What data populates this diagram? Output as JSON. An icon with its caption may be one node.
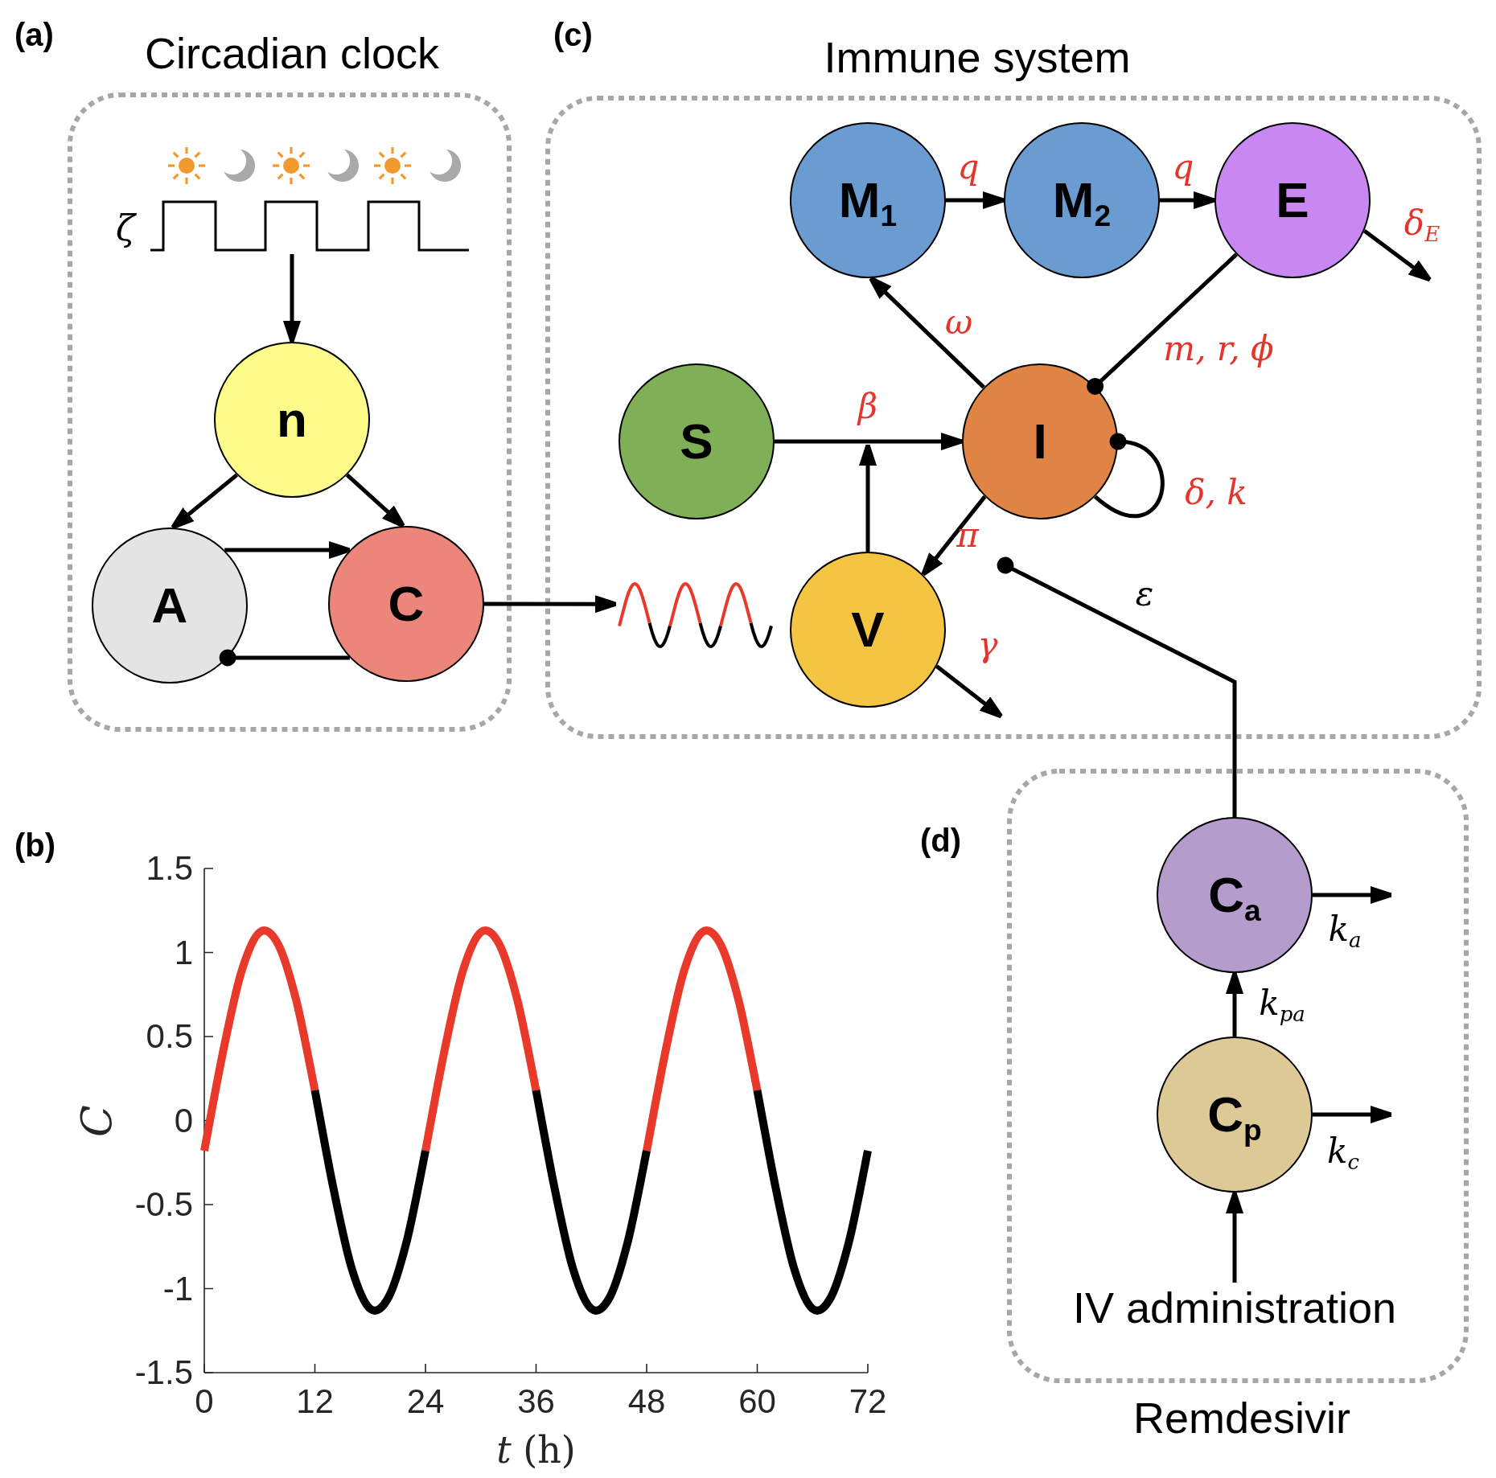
{
  "diagram": {
    "nodes": [
      {
        "text": [
          "Circadian clock"
        ]
      },
      {
        "text": [],
        "shape": "picture",
        "beside": [
          "ζ"
        ],
        "in": 0
      },
      {
        "text": [
          "n"
        ],
        "in": 0
      },
      {
        "text": [
          "A"
        ],
        "in": 0
      },
      {
        "text": [
          "C"
        ],
        "in": 0
      },
      {
        "text": [
          "Immune system"
        ]
      },
      {
        "text": [
          "M$_{1}$"
        ],
        "in": 5
      },
      {
        "text": [
          "M$_{2}$"
        ],
        "in": 5
      },
      {
        "text": [
          "E"
        ],
        "in": 5
      },
      {
        "text": [
          "S"
        ],
        "in": 5
      },
      {
        "text": [
          "I"
        ],
        "in": 5
      },
      {
        "text": [],
        "shape": "picture",
        "in": 5
      },
      {
        "text": [
          "V"
        ],
        "in": 5
      },
      {
        "text": [
          "Remdesivir"
        ]
      },
      {
        "text": [
          "C$_{a}$"
        ],
        "in": 13
      },
      {
        "text": [
          "C$_{p}$"
        ],
        "in": 13
      },
      {
        "text": [
          "IV administration"
        ],
        "in": 13
      }
    ],
    "edges": [
      {
        "from": 1,
        "to": 2,
        "arrow": "to"
      },
      {
        "from": 2,
        "to": 3,
        "arrow": "to"
      },
      {
        "from": 2,
        "to": 4,
        "arrow": "to"
      },
      {
        "from": 3,
        "to": 4,
        "arrow": "to"
      },
      {
        "from": 4,
        "to": 3,
        "arrow": "other"
      },
      {
        "from": 4,
        "to": 11,
        "arrow": "to"
      },
      {
        "from": 6,
        "to": 7,
        "arrow": "to",
        "label": "q"
      },
      {
        "from": 7,
        "to": 8,
        "arrow": "to",
        "label": "q"
      },
      {
        "from": 8,
        "to": null,
        "arrow": "to",
        "label": "δ$_{E}$"
      },
      {
        "from": 10,
        "to": 6,
        "arrow": "to",
        "label": "ω"
      },
      {
        "from": 8,
        "to": 10,
        "arrow": "other",
        "label": "m, r, ϕ"
      },
      {
        "from": 9,
        "to": 10,
        "arrow": "to",
        "label": "β"
      },
      {
        "from": 12,
        "to": null,
        "arrow": "to"
      },
      {
        "from": 10,
        "to": 10,
        "arrow": "other",
        "label": "δ, k"
      },
      {
        "from": 10,
        "to": 12,
        "arrow": "to",
        "label": "π"
      },
      {
        "from": 12,
        "to": null,
        "arrow": "to",
        "label": "γ"
      },
      {
        "from": 14,
        "to": null,
        "arrow": "other",
        "label": "ε"
      },
      {
        "from": 14,
        "to": null,
        "arrow": "to",
        "label": "k$_{a}$"
      },
      {
        "from": 15,
        "to": 14,
        "arrow": "to",
        "label": "k$_{pa}$"
      },
      {
        "from": 15,
        "to": null,
        "arrow": "to",
        "label": "k$_{c}$"
      },
      {
        "from": 16,
        "to": 15,
        "arrow": "to"
      }
    ],
    "labels": [
      "(a)",
      "(c)",
      "(b)",
      "(d)"
    ],
    "chart_data": {
      "type": "line",
      "xlabel": "*t* (h)",
      "ylabel": "C",
      "x": [
        0,
        2,
        4,
        6,
        8,
        10,
        12,
        14,
        16,
        18,
        20,
        22,
        24,
        26,
        28,
        30,
        32,
        34,
        36,
        38,
        40,
        42,
        44,
        46,
        48,
        50,
        52,
        54,
        56,
        58,
        60,
        62,
        64,
        66,
        68,
        70,
        72
      ],
      "series": [
        {
          "color": "#e8392b",
          "values": [
            -0.18,
            0.4,
            0.88,
            1.12,
            1.05,
            0.71,
            0.18,
            null,
            null,
            null,
            null,
            null,
            -0.18,
            0.4,
            0.88,
            1.12,
            1.05,
            0.71,
            0.18,
            null,
            null,
            null,
            null,
            null,
            -0.18,
            0.4,
            0.88,
            1.12,
            1.05,
            0.71,
            0.18,
            null,
            null,
            null,
            null,
            null,
            null
          ]
        },
        {
          "color": "#000000",
          "values": [
            null,
            null,
            null,
            null,
            null,
            null,
            0.18,
            -0.4,
            -0.88,
            -1.12,
            -1.05,
            -0.71,
            -0.18,
            null,
            null,
            null,
            null,
            null,
            0.18,
            -0.4,
            -0.88,
            -1.12,
            -1.05,
            -0.71,
            -0.18,
            null,
            null,
            null,
            null,
            null,
            0.18,
            -0.4,
            -0.88,
            -1.12,
            -1.05,
            -0.71,
            -0.18
          ]
        }
      ],
      "xlim": [
        0,
        72
      ],
      "ylim": [
        -1.5,
        1.5
      ],
      "xticks": [
        0,
        12,
        24,
        36,
        48,
        60,
        72
      ],
      "yticks": [
        -1.5,
        -1,
        -0.5,
        0,
        0.5,
        1,
        1.5
      ]
    }
  }
}
